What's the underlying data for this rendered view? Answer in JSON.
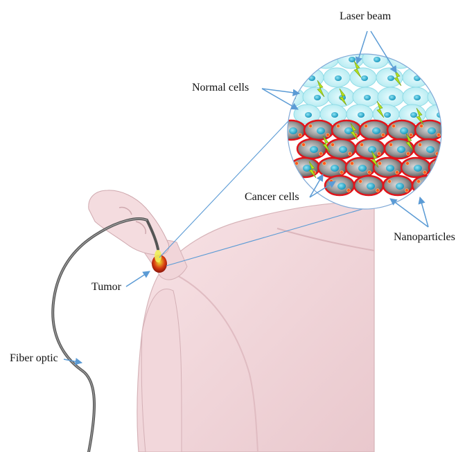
{
  "labels": {
    "laser_beam": "Laser beam",
    "normal_cells": "Normal cells",
    "cancer_cells": "Cancer cells",
    "nanoparticles": "Nanoparticles",
    "tumor": "Tumor",
    "fiber_optic": "Fiber optic"
  },
  "colors": {
    "skin": "#f3d9dc",
    "skin_shade": "#dcb8bd",
    "arrow": "#5b9bd5",
    "normal_cell": "#c8f3f7",
    "nucleus": "#2fb6d6",
    "cancer_cell": "#8f8f8f",
    "cancer_rim": "#e2141a",
    "laser": "#b6e21c",
    "fiber": "#6e6e6e"
  }
}
